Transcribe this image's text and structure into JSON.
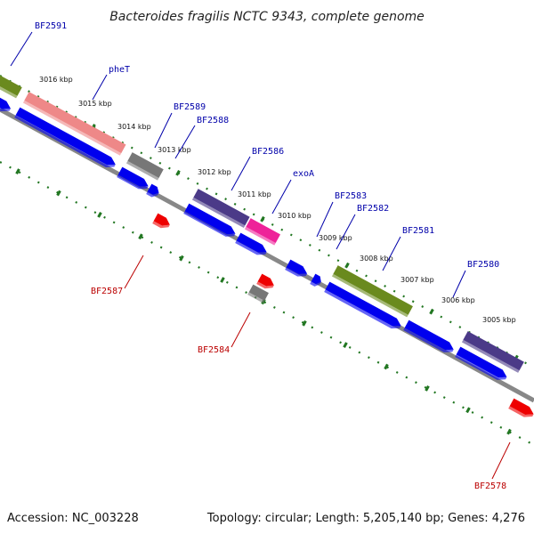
{
  "title": "Bacteroides fragilis NCTC 9343, complete genome",
  "footer": {
    "accession": "Accession: NC_003228",
    "summary": "Topology: circular; Length: 5,205,140 bp; Genes: 4,276"
  },
  "colors": {
    "backbone": "#888888",
    "cds_forward": "#0000ee",
    "cds_reverse": "#ee0000",
    "tick_marks": "#227722",
    "label_forward": "#0000aa",
    "label_reverse": "#bb0000",
    "cog_olive": "#6a8a1e",
    "cog_salmon": "#ee8888",
    "cog_gray": "#777777",
    "cog_indigo": "#4b3a88",
    "cog_magenta": "#ee2299"
  },
  "ticks": [
    {
      "label": "3016 kbp"
    },
    {
      "label": "3015 kbp"
    },
    {
      "label": "3014 kbp"
    },
    {
      "label": "3013 kbp"
    },
    {
      "label": "3012 kbp"
    },
    {
      "label": "3011 kbp"
    },
    {
      "label": "3010 kbp"
    },
    {
      "label": "3009 kbp"
    },
    {
      "label": "3008 kbp"
    },
    {
      "label": "3007 kbp"
    },
    {
      "label": "3006 kbp"
    },
    {
      "label": "3005 kbp"
    }
  ],
  "gene_labels": [
    {
      "text": "BF2591",
      "strand": "forward"
    },
    {
      "text": "pheT",
      "strand": "forward"
    },
    {
      "text": "BF2589",
      "strand": "forward"
    },
    {
      "text": "BF2588",
      "strand": "forward"
    },
    {
      "text": "BF2586",
      "strand": "forward"
    },
    {
      "text": "exoA",
      "strand": "forward"
    },
    {
      "text": "BF2583",
      "strand": "forward"
    },
    {
      "text": "BF2582",
      "strand": "forward"
    },
    {
      "text": "BF2581",
      "strand": "forward"
    },
    {
      "text": "BF2580",
      "strand": "forward"
    },
    {
      "text": "BF2587",
      "strand": "reverse"
    },
    {
      "text": "BF2584",
      "strand": "reverse"
    },
    {
      "text": "BF2578",
      "strand": "reverse"
    }
  ]
}
